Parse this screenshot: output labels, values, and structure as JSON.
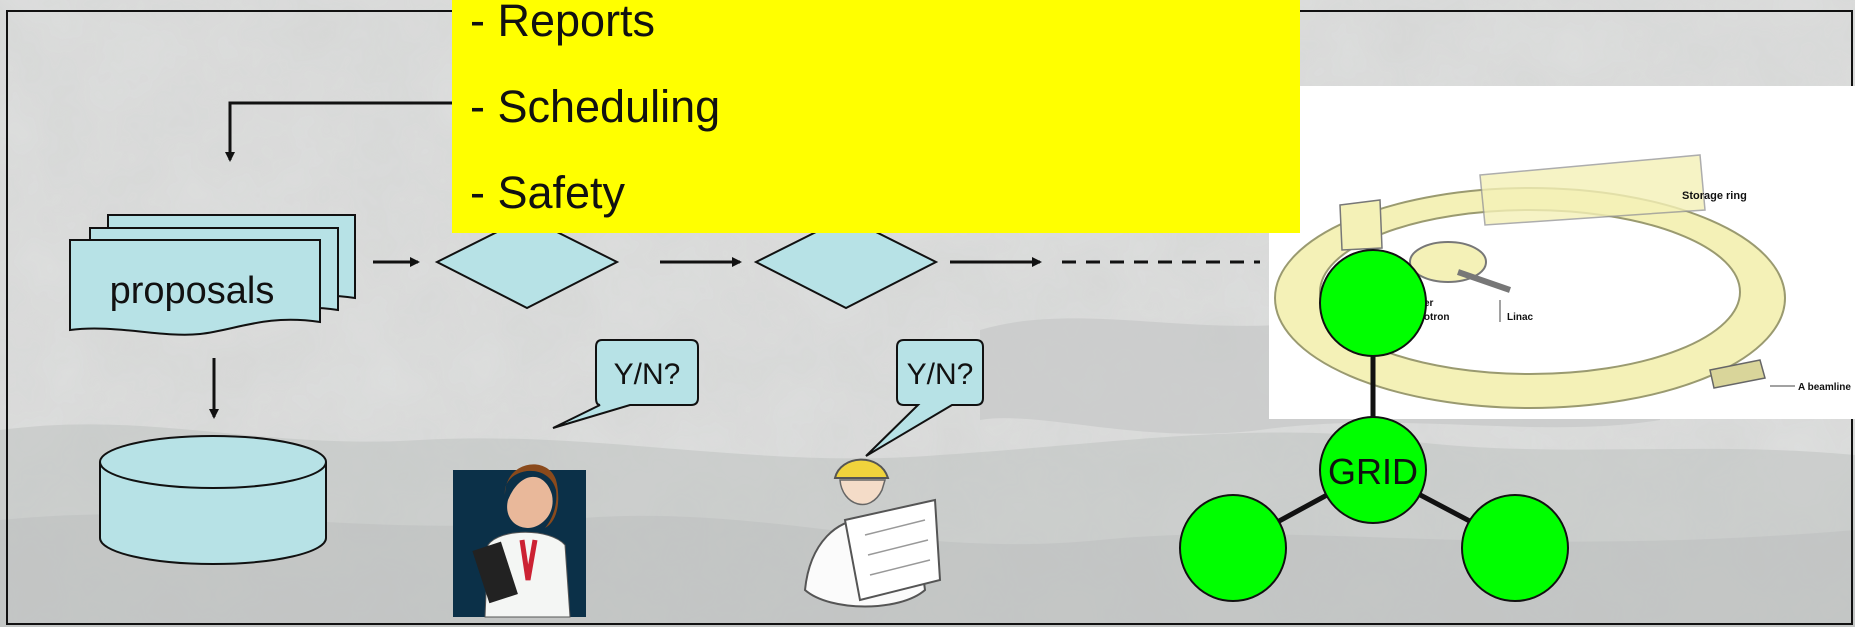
{
  "yellow_box": {
    "items": [
      "- Reports",
      "- Scheduling",
      "- Safety"
    ]
  },
  "flow": {
    "proposals_label": "proposals",
    "review_bubble_1": "Y/N?",
    "review_bubble_2": "Y/N?"
  },
  "facility": {
    "storage_ring_label": "Storage ring",
    "booster_label": "er",
    "booster_label_2": "rotron",
    "linac_label": "Linac",
    "beamline_label": "A beamline"
  },
  "grid": {
    "label": "GRID",
    "node_color": "#00ff00"
  },
  "colors": {
    "shape_fill": "#b7e2e6",
    "highlight": "#ffff00",
    "ring_fill": "#f4f1b7"
  }
}
